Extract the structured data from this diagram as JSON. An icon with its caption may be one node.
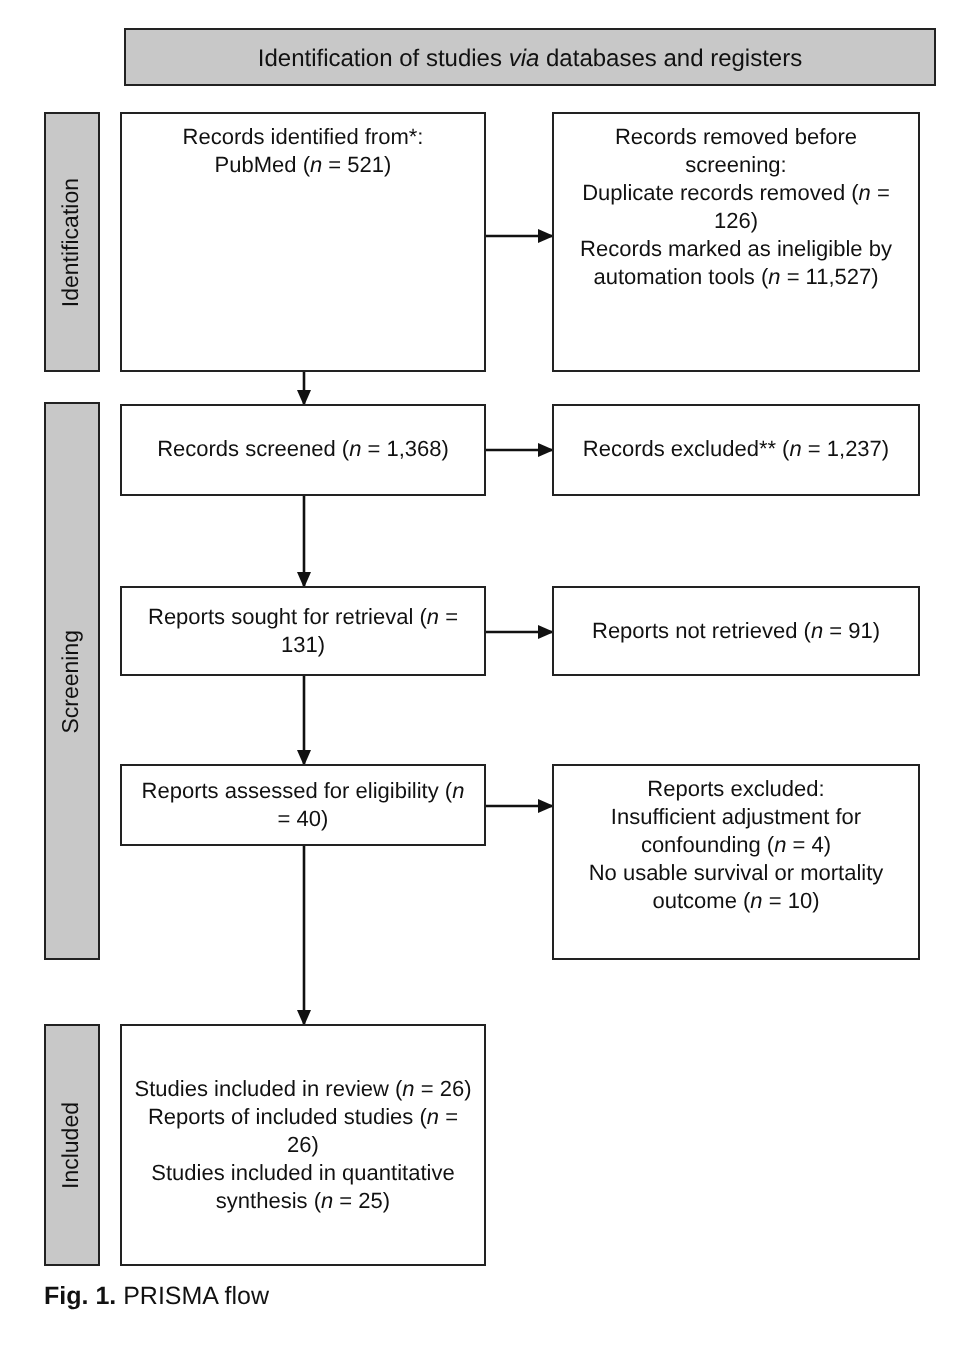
{
  "diagram": {
    "caption": "**Fig. 1.** PRISMA flow",
    "nodes": [
      {
        "text": [
          "Identification of studies *via* databases and registers"
        ]
      },
      {
        "text": [
          "Identification"
        ]
      },
      {
        "text": [
          "Screening"
        ]
      },
      {
        "text": [
          "Included"
        ]
      },
      {
        "text": [
          "Records identified from*:",
          "PubMed (*n* = 521)"
        ]
      },
      {
        "text": [
          "Records removed before screening:",
          "Duplicate records removed (*n* = 126)",
          "Records marked as ineligible by automation tools (*n* = 11,527)"
        ]
      },
      {
        "text": [
          "Records screened (*n* = 1,368)"
        ]
      },
      {
        "text": [
          "Records excluded** (*n* = 1,237)"
        ]
      },
      {
        "text": [
          "Reports sought for retrieval (*n* = 131)"
        ]
      },
      {
        "text": [
          "Reports not retrieved (*n* = 91)"
        ]
      },
      {
        "text": [
          "Reports assessed for eligibility (*n* = 40)"
        ]
      },
      {
        "text": [
          "Reports excluded:",
          "Insufficient adjustment for confounding (*n* = 4)",
          "No usable survival or mortality outcome (*n* = 10)"
        ]
      },
      {
        "text": [
          "Studies included in review (*n* = 26)",
          "Reports of included studies (*n* = 26)",
          "Studies included in quantitative synthesis (*n* = 25)"
        ]
      }
    ],
    "edges": [
      {
        "from": 4,
        "to": 5,
        "arrow": "to"
      },
      {
        "from": 4,
        "to": 6,
        "arrow": "to"
      },
      {
        "from": 6,
        "to": 7,
        "arrow": "to"
      },
      {
        "from": 6,
        "to": 8,
        "arrow": "to"
      },
      {
        "from": 8,
        "to": 9,
        "arrow": "to"
      },
      {
        "from": 8,
        "to": 10,
        "arrow": "to"
      },
      {
        "from": 10,
        "to": 11,
        "arrow": "to"
      },
      {
        "from": 10,
        "to": 12,
        "arrow": "to"
      }
    ]
  }
}
